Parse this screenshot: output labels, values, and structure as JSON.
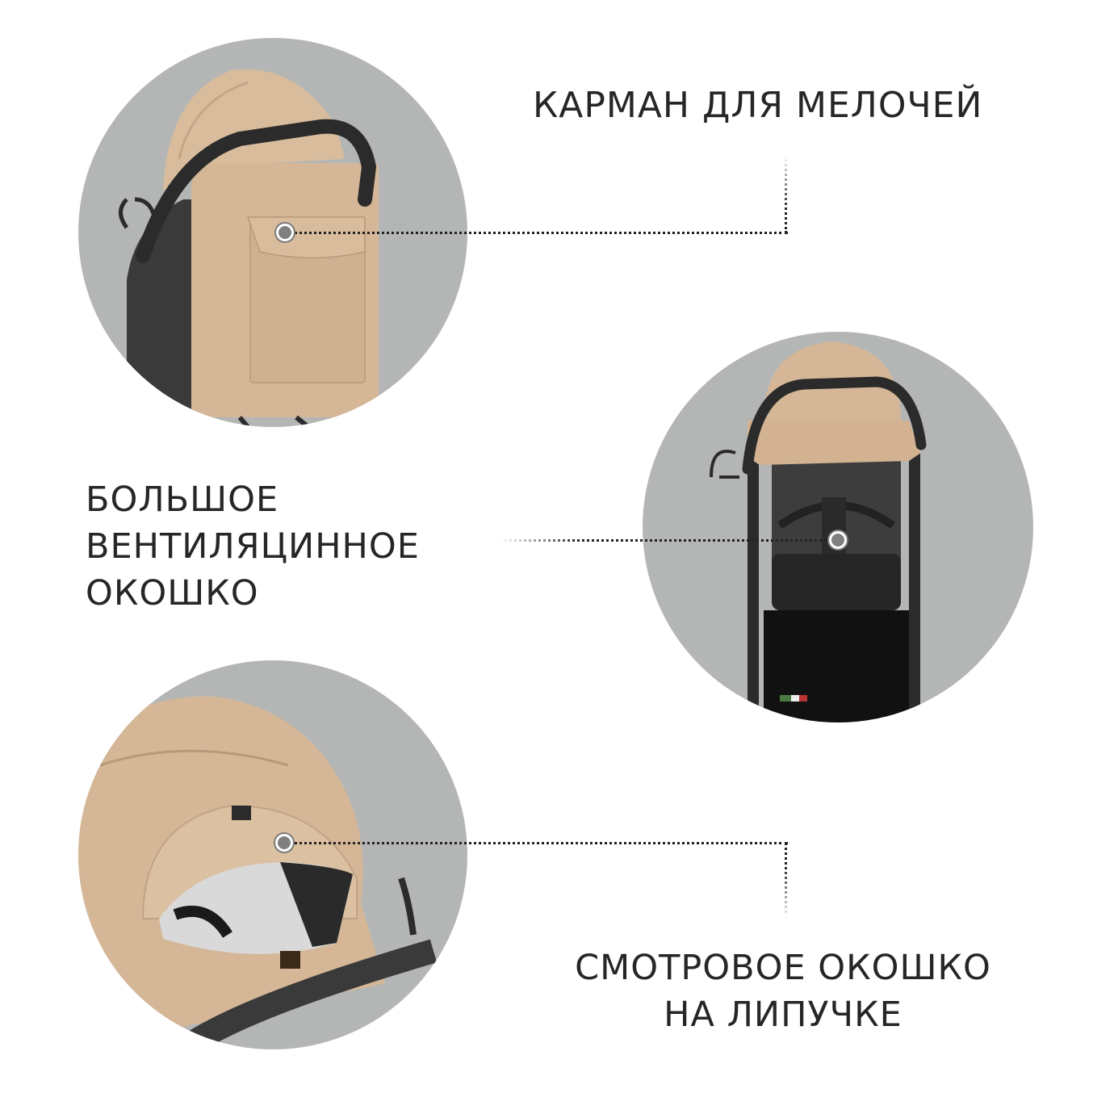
{
  "features": [
    {
      "id": "pocket",
      "label": "КАРМАН ДЛЯ МЕЛОЧЕЙ",
      "image": "stroller-rear-pocket-photo"
    },
    {
      "id": "ventilation",
      "label_lines": [
        "БОЛЬШОЕ",
        "ВЕНТИЛЯЦИННОЕ",
        "ОКОШКО"
      ],
      "image": "stroller-front-seat-photo"
    },
    {
      "id": "peek-window",
      "label_lines": [
        "СМОТРОВОЕ ОКОШКО",
        "НА ЛИПУЧКЕ"
      ],
      "image": "stroller-canopy-window-photo"
    }
  ],
  "colors": {
    "background": "#ffffff",
    "disc": "#b4b6b5",
    "fabric_beige": "#d5b797",
    "frame_black": "#2b2b2b",
    "text": "#262626",
    "marker": "#808080"
  }
}
